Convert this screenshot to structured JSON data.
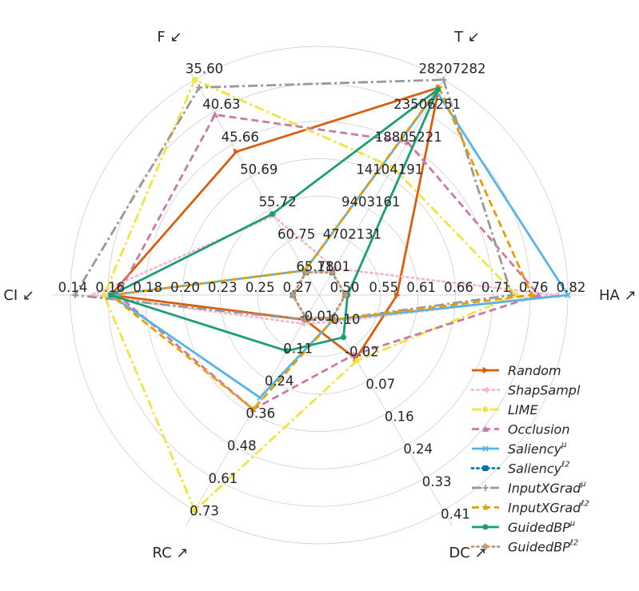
{
  "chart_data": {
    "type": "radar",
    "axes": [
      {
        "key": "T",
        "label": "T ↙",
        "ticks": [
          "1101",
          "4702131",
          "9403161",
          "14104191",
          "18805221",
          "23506251",
          "28207282"
        ]
      },
      {
        "key": "HA",
        "label": "HA ↗",
        "ticks": [
          "0.50",
          "0.55",
          "0.61",
          "0.66",
          "0.71",
          "0.76",
          "0.82"
        ]
      },
      {
        "key": "DC",
        "label": "DC ↗",
        "ticks": [
          "-0.10",
          "-0.02",
          "0.07",
          "0.16",
          "0.24",
          "0.33",
          "0.41"
        ]
      },
      {
        "key": "RC",
        "label": "RC ↗",
        "ticks": [
          "-0.01",
          "0.11",
          "0.24",
          "0.36",
          "0.48",
          "0.61",
          "0.73"
        ]
      },
      {
        "key": "CI",
        "label": "CI ↙",
        "ticks": [
          "0.27",
          "0.25",
          "0.23",
          "0.20",
          "0.18",
          "0.16",
          "0.14"
        ]
      },
      {
        "key": "F",
        "label": "F ↙",
        "ticks": [
          "65.78",
          "60.75",
          "55.72",
          "50.69",
          "45.66",
          "40.63",
          "35.60"
        ]
      }
    ],
    "series": [
      {
        "name": "Random",
        "legend": [
          "Random",
          ""
        ],
        "color": "#d95f0e",
        "dash": "solid",
        "marker": "triangle-right",
        "values": {
          "T": 0.96,
          "HA": 0.24,
          "DC": 0.22,
          "RC": 0.02,
          "CI": 0.82,
          "F": 0.63
        }
      },
      {
        "name": "ShapSampl",
        "legend": [
          "ShapSampl",
          ""
        ],
        "color": "#f7b6d2",
        "dash": "dot",
        "marker": "triangle-left",
        "values": {
          "T": 0.03,
          "HA": 0.95,
          "DC": 0.03,
          "RC": 0.04,
          "CI": 0.9,
          "F": 0.3
        }
      },
      {
        "name": "LIME",
        "legend": [
          "LIME",
          ""
        ],
        "color": "#f0e442",
        "dash": "dashdot",
        "marker": "circle",
        "values": {
          "T": 0.55,
          "HA": 0.77,
          "DC": 0.23,
          "RC": 1.0,
          "CI": 0.85,
          "F": 1.0
        }
      },
      {
        "name": "Occlusion",
        "legend": [
          "Occlusion",
          ""
        ],
        "color": "#cc79a7",
        "dash": "dash",
        "marker": "triangle-up",
        "values": {
          "T": 0.68,
          "HA": 0.87,
          "DC": 0.2,
          "RC": 0.48,
          "CI": 0.79,
          "F": 0.82
        }
      },
      {
        "name": "Saliency^mu",
        "legend": [
          "Saliency",
          "μ"
        ],
        "color": "#56b4e9",
        "dash": "solid",
        "marker": "x",
        "values": {
          "T": 0.94,
          "HA": 1.0,
          "DC": 0.02,
          "RC": 0.42,
          "CI": 0.82,
          "F": 0.02
        }
      },
      {
        "name": "Saliency^l2",
        "legend": [
          "Saliency",
          "ℓ2"
        ],
        "color": "#0072b2",
        "dash": "dot",
        "marker": "square",
        "values": {
          "T": 0.01,
          "HA": 0.01,
          "DC": 0.01,
          "RC": 0.01,
          "CI": 0.01,
          "F": 0.01
        }
      },
      {
        "name": "InputXGrad^mu",
        "legend": [
          "InputXGrad",
          "μ"
        ],
        "color": "#999999",
        "dash": "dashdot",
        "marker": "plus",
        "values": {
          "T": 1.0,
          "HA": 0.75,
          "DC": 0.02,
          "RC": 0.02,
          "CI": 0.98,
          "F": 0.96
        }
      },
      {
        "name": "InputXGrad^l2",
        "legend": [
          "InputXGrad",
          "ℓ2"
        ],
        "color": "#e69f00",
        "dash": "dash",
        "marker": "star",
        "values": {
          "T": 0.96,
          "HA": 0.84,
          "DC": 0.02,
          "RC": 0.48,
          "CI": 0.82,
          "F": 0.02
        }
      },
      {
        "name": "GuidedBP^mu",
        "legend": [
          "GuidedBP",
          "μ"
        ],
        "color": "#1b9e77",
        "dash": "solid",
        "marker": "circle",
        "values": {
          "T": 0.95,
          "HA": 0.02,
          "DC": 0.11,
          "RC": 0.18,
          "CI": 0.82,
          "F": 0.31
        }
      },
      {
        "name": "GuidedBP^l2",
        "legend": [
          "GuidedBP",
          "ℓ2"
        ],
        "color": "#c8956c",
        "dash": "dot",
        "marker": "diamond",
        "values": {
          "T": 0.01,
          "HA": 0.01,
          "DC": 0.01,
          "RC": 0.01,
          "CI": 0.01,
          "F": 0.01
        }
      }
    ],
    "grid": true,
    "legend": "bottom-right"
  }
}
